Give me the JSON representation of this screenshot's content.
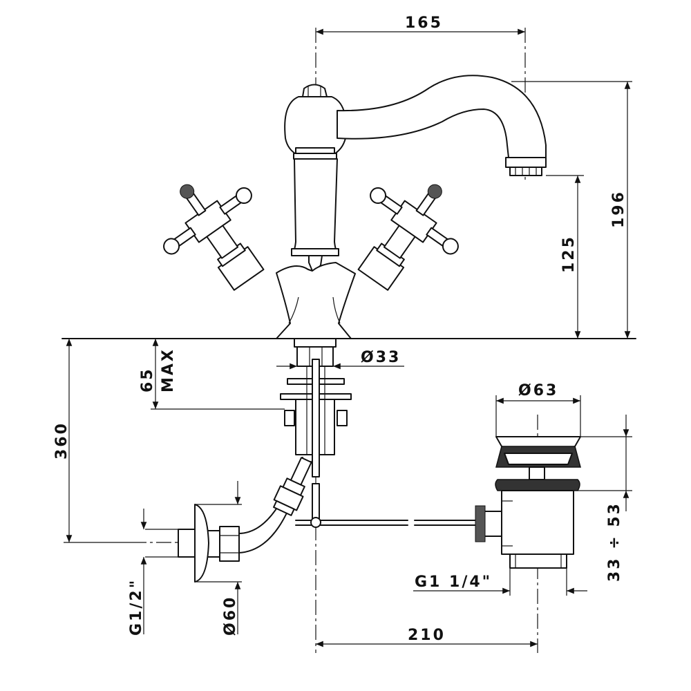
{
  "dimensions": {
    "spout_reach": "165",
    "total_height": "196",
    "spout_height": "125",
    "shank_diameter": "Ø33",
    "max_deck_thickness": "65",
    "max_label": "MAX",
    "total_depth": "360",
    "waste_diameter": "Ø63",
    "waste_adjust": "33 ÷ 53",
    "waste_thread": "G1 1/4\"",
    "inlet_thread": "G1/2\"",
    "flange_diameter": "Ø60",
    "waste_offset": "210"
  },
  "colors": {
    "line": "#111111",
    "background": "#ffffff"
  }
}
